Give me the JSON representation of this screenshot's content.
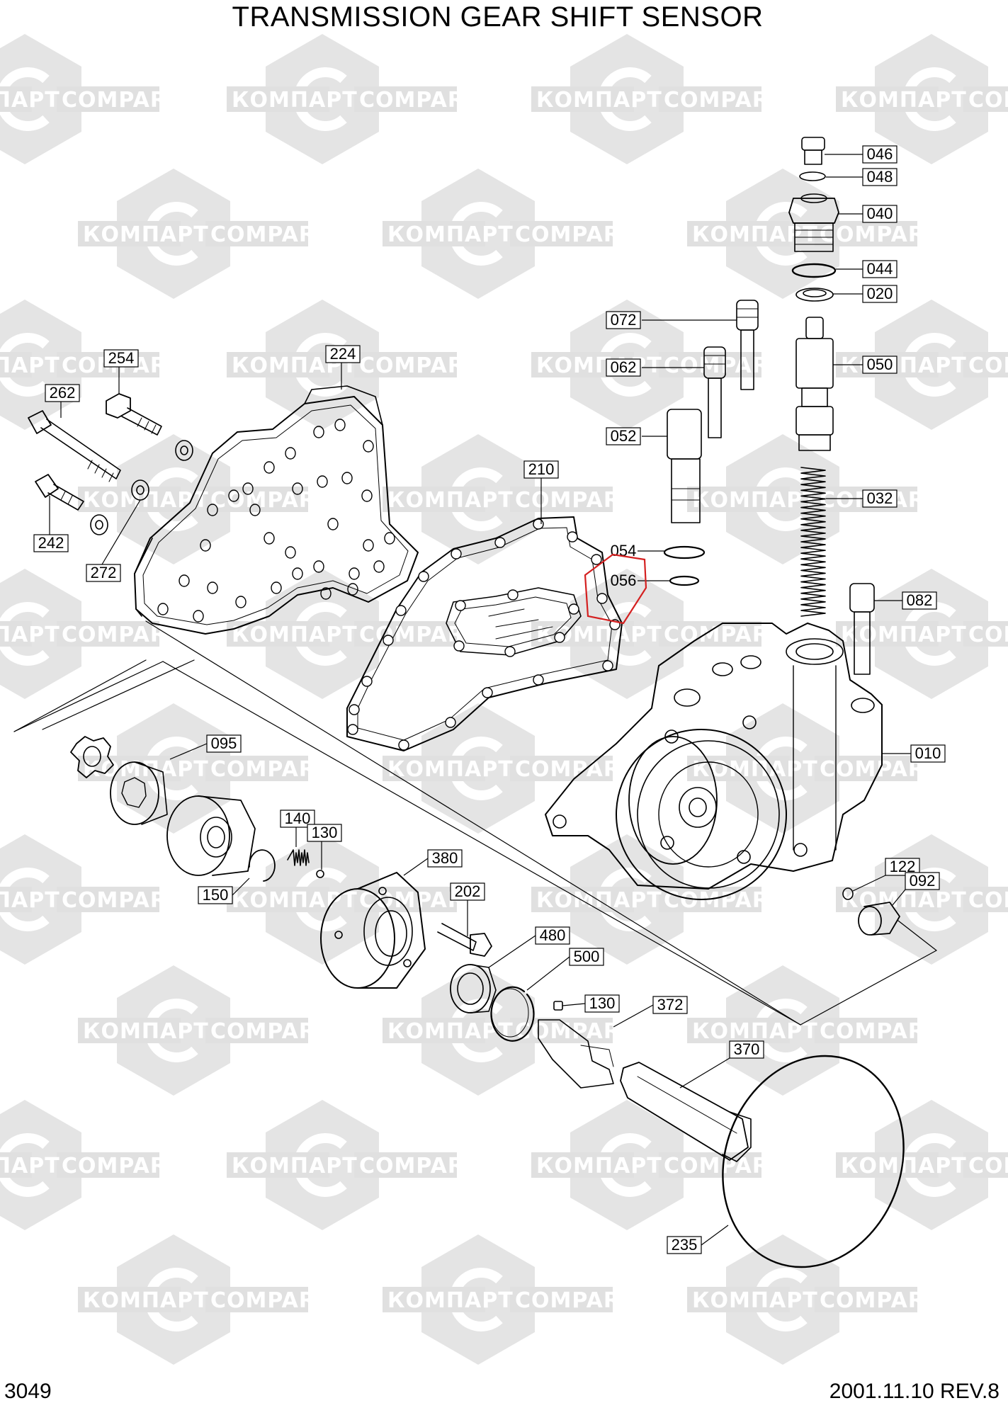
{
  "title": "TRANSMISSION GEAR SHIFT SENSOR",
  "page_code": "3049",
  "revision": "2001.11.10 REV.8",
  "watermark": {
    "text_cyrillic": "КОМПАРТ",
    "text_latin": "COMPART",
    "color": "#dedede"
  },
  "highlight_color": "#d42020",
  "highlighted_part": "056",
  "parts": [
    {
      "id": "p046",
      "label": "046"
    },
    {
      "id": "p048",
      "label": "048"
    },
    {
      "id": "p040",
      "label": "040"
    },
    {
      "id": "p044",
      "label": "044"
    },
    {
      "id": "p020",
      "label": "020"
    },
    {
      "id": "p072",
      "label": "072"
    },
    {
      "id": "p050",
      "label": "050"
    },
    {
      "id": "p062",
      "label": "062"
    },
    {
      "id": "p052",
      "label": "052"
    },
    {
      "id": "p032",
      "label": "032"
    },
    {
      "id": "p054",
      "label": "054"
    },
    {
      "id": "p056",
      "label": "056"
    },
    {
      "id": "p082",
      "label": "082"
    },
    {
      "id": "p010",
      "label": "010"
    },
    {
      "id": "p254",
      "label": "254"
    },
    {
      "id": "p224",
      "label": "224"
    },
    {
      "id": "p262",
      "label": "262"
    },
    {
      "id": "p210",
      "label": "210"
    },
    {
      "id": "p242",
      "label": "242"
    },
    {
      "id": "p272",
      "label": "272"
    },
    {
      "id": "p095",
      "label": "095"
    },
    {
      "id": "p140",
      "label": "140"
    },
    {
      "id": "p130a",
      "label": "130"
    },
    {
      "id": "p380",
      "label": "380"
    },
    {
      "id": "p150",
      "label": "150"
    },
    {
      "id": "p202",
      "label": "202"
    },
    {
      "id": "p480",
      "label": "480"
    },
    {
      "id": "p500",
      "label": "500"
    },
    {
      "id": "p130b",
      "label": "130"
    },
    {
      "id": "p372",
      "label": "372"
    },
    {
      "id": "p370",
      "label": "370"
    },
    {
      "id": "p122",
      "label": "122"
    },
    {
      "id": "p092",
      "label": "092"
    },
    {
      "id": "p235",
      "label": "235"
    }
  ]
}
